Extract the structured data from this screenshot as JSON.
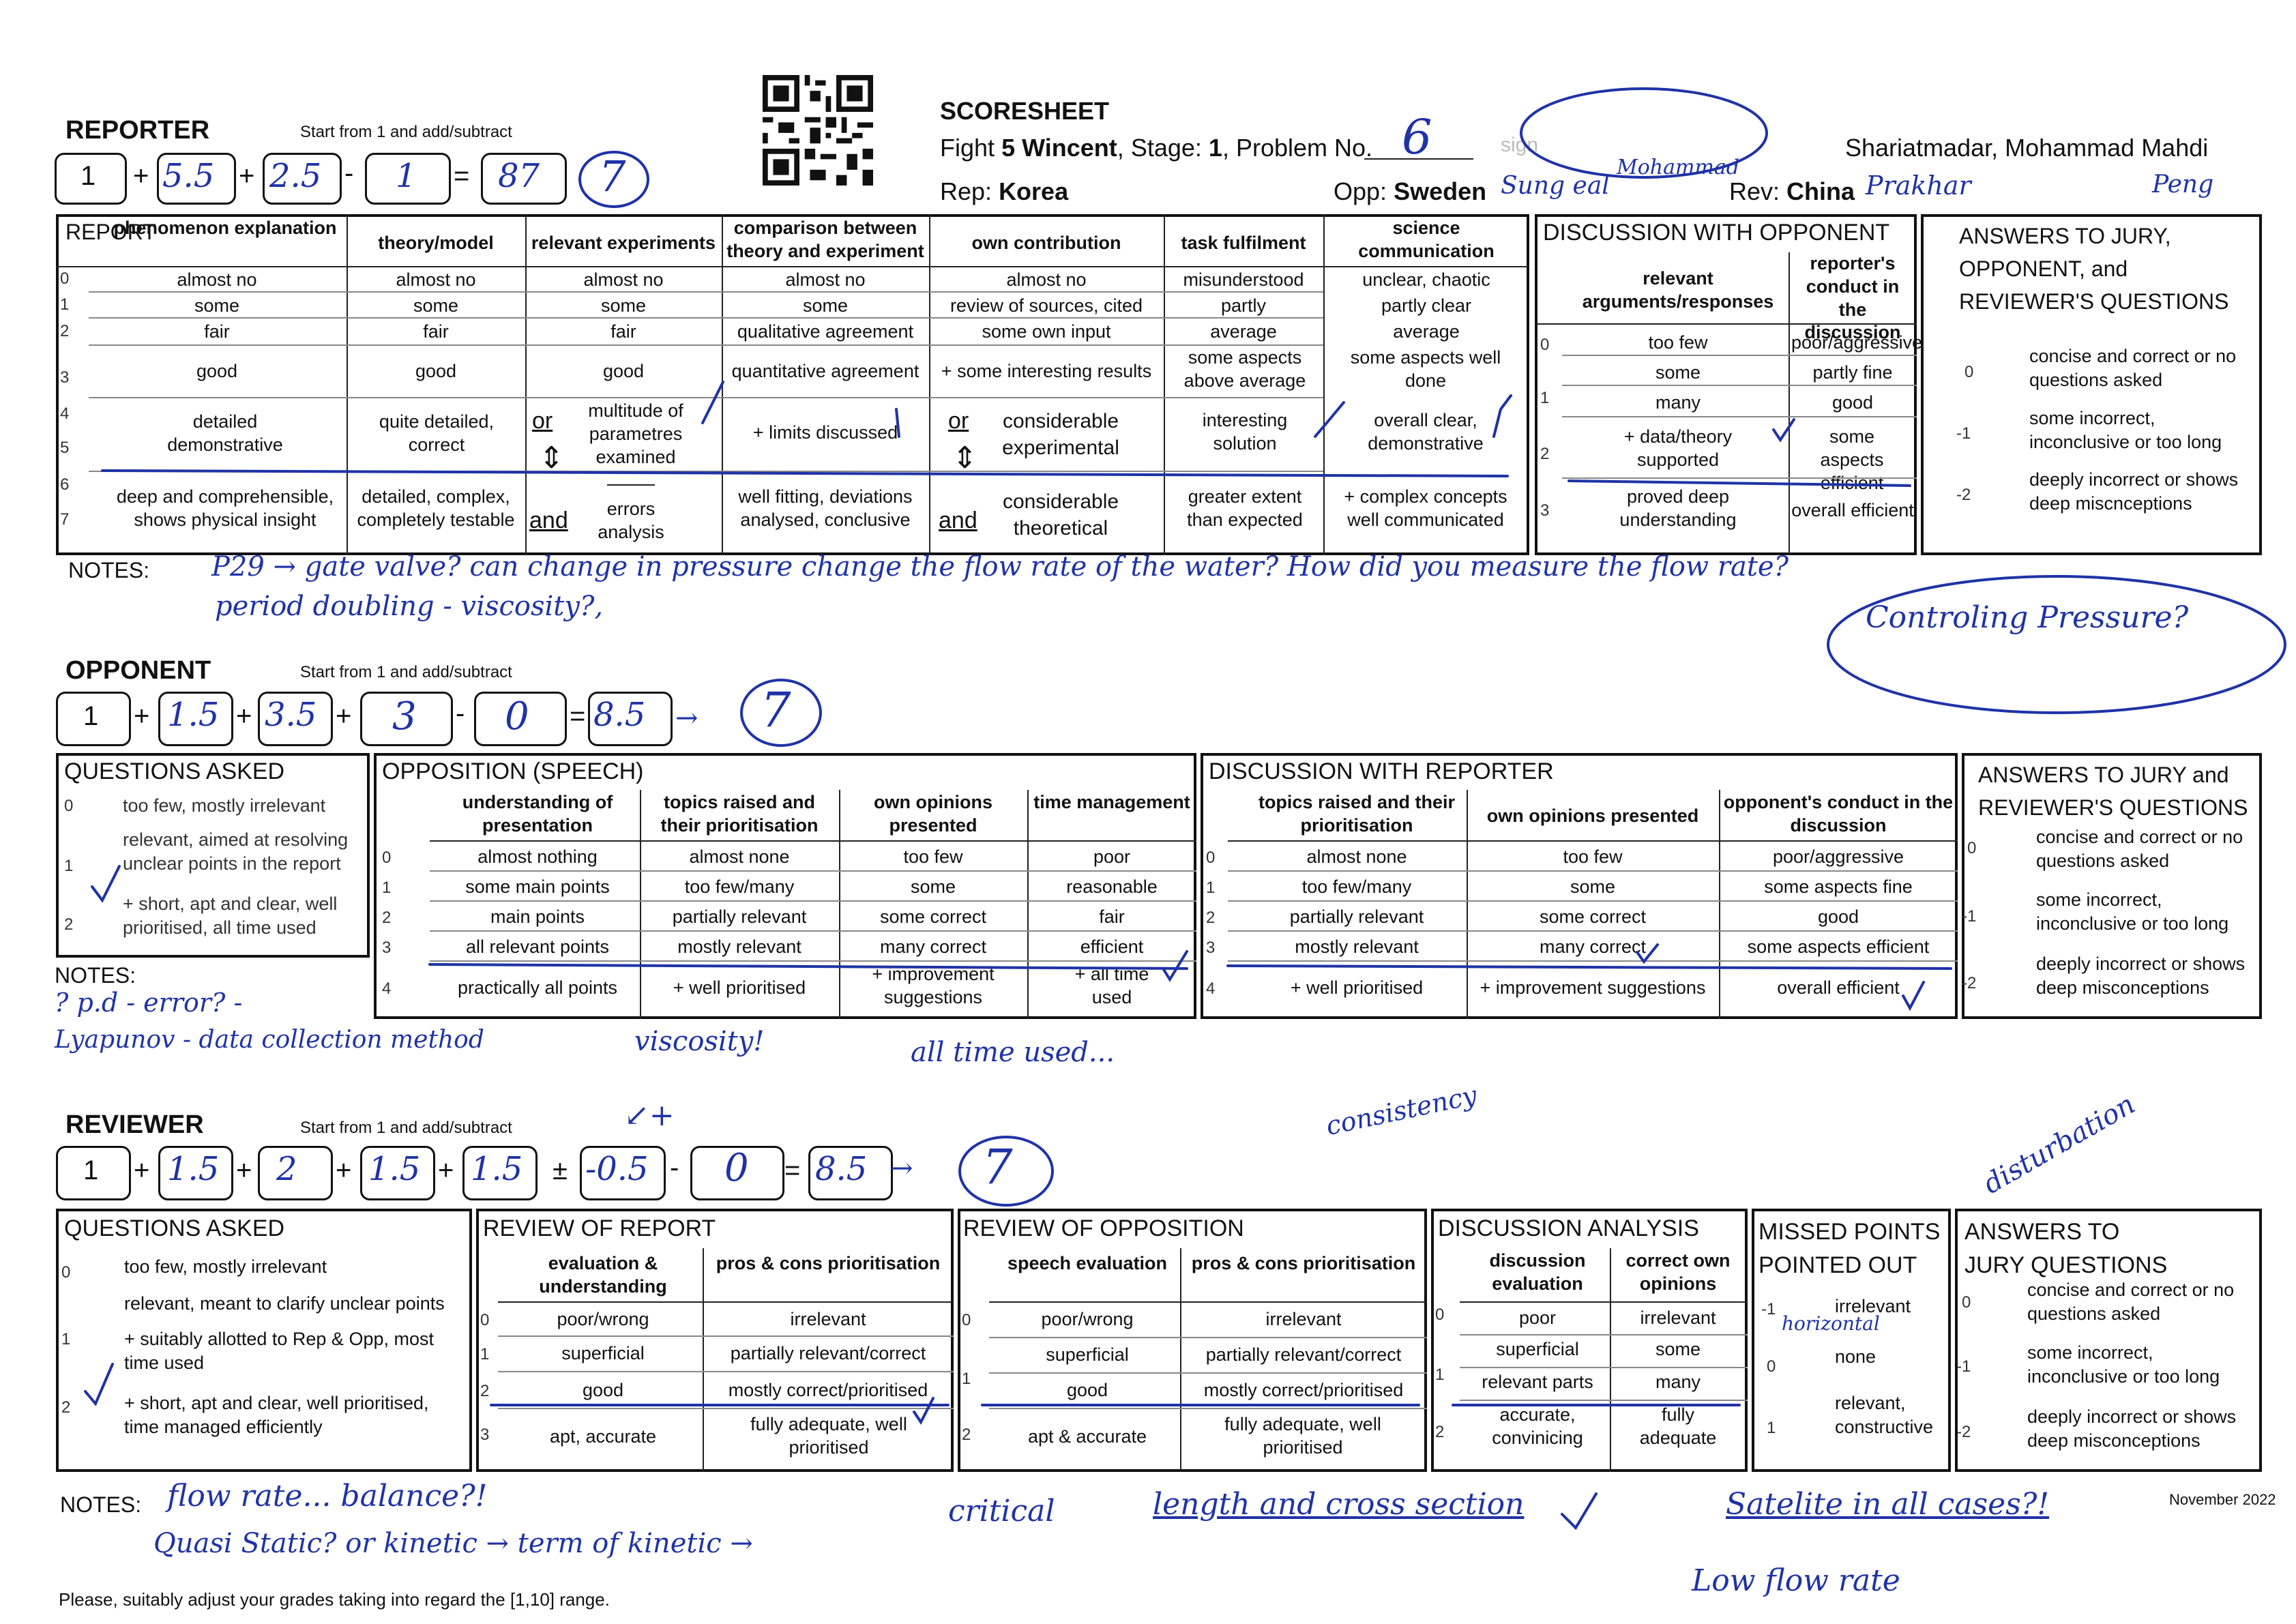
{
  "header": {
    "title": "SCORESHEET",
    "fight_prefix": "Fight",
    "fight_no": "5",
    "fight_room": "Wincent",
    "stage_label": "Stage:",
    "stage_no": "1",
    "problem_label": "Problem No.",
    "problem_no_hand": "6",
    "rep_label": "Rep:",
    "rep_team": "Korea",
    "opp_label": "Opp:",
    "opp_team": "Sweden",
    "rev_label": "Rev:",
    "rev_team": "China",
    "sign_label": "sign",
    "juror_name": "Shariatmadar, Mohammad Mahdi",
    "hand_opp_name": "Sung eal",
    "hand_sign": "Mohammad",
    "hand_rev_name": "Prakhar",
    "hand_extra_name": "Peng"
  },
  "reporter": {
    "title": "REPORTER",
    "hint": "Start from 1 and add/subtract",
    "score_start": "1",
    "score_box2": "5.5",
    "score_box3": "2.5",
    "score_box4": "1",
    "score_total": "87",
    "final_circled": "7",
    "report_corner": "REPORT",
    "columns": [
      "phenomenon explanation",
      "theory/model",
      "relevant experiments",
      "comparison between theory and experiment",
      "own contribution",
      "task fulfilment",
      "science communication"
    ],
    "rows": [
      "0",
      "1",
      "2",
      "3",
      "4",
      "5",
      "6",
      "7"
    ],
    "col1": [
      "almost no",
      "some",
      "fair",
      "good",
      "detailed demonstrative",
      "deep and comprehensible, shows physical insight"
    ],
    "col2": [
      "almost no",
      "some",
      "fair",
      "good",
      "quite detailed, correct",
      "detailed, complex, completely testable"
    ],
    "col3": [
      "almost no",
      "some",
      "fair",
      "good",
      "multitude of parametres examined",
      "errors analysis"
    ],
    "col4": [
      "almost no",
      "some",
      "qualitative agreement",
      "quantitative agreement",
      "+ limits discussed",
      "well fitting, deviations analysed, conclusive"
    ],
    "col5": [
      "almost no",
      "review of sources, cited",
      "some own input",
      "+ some interesting results",
      "considerable experimental",
      "considerable theoretical"
    ],
    "col6": [
      "misunderstood",
      "partly",
      "average",
      "some aspects above average",
      "interesting solution",
      "greater extent than expected"
    ],
    "col7": [
      "unclear, chaotic",
      "partly clear",
      "average",
      "some aspects well done",
      "overall clear, demonstrative",
      "+ complex concepts well communicated"
    ],
    "or_label": "or",
    "and_label": "and",
    "discussion_title": "DISCUSSION WITH OPPONENT",
    "disc_col1": "relevant arguments/responses",
    "disc_col2": "reporter's conduct in the discussion",
    "disc_rows": [
      "0",
      "1",
      "2",
      "3"
    ],
    "disc_c1": [
      "too few",
      "some",
      "many",
      "+ data/theory supported",
      "proved deep understanding"
    ],
    "disc_c2": [
      "poor/aggressive",
      "partly fine",
      "good",
      "some aspects efficient",
      "overall efficient"
    ],
    "answers_title": "ANSWERS TO JURY, OPPONENT, and REVIEWER'S QUESTIONS",
    "answers": [
      "concise and correct or no questions asked",
      "some incorrect, inconclusive or too long",
      "deeply incorrect or shows deep miscnceptions"
    ],
    "answer_scores": [
      "0",
      "-1",
      "-2"
    ],
    "notes_label": "NOTES:",
    "notes_hand_1": "P29 → gate valve?  can change in pressure change the flow rate of the water?  How did you measure the flow rate?",
    "notes_hand_2": "period doubling -   viscosity?,",
    "notes_hand_3": "Controling Pressure?"
  },
  "opponent": {
    "title": "OPPONENT",
    "hint": "Start from 1 and add/subtract",
    "score_start": "1",
    "score_box2": "1.5",
    "score_box3": "3.5",
    "score_box4": "3",
    "score_box5": "0",
    "score_total": "8.5",
    "final_circled": "7",
    "questions_title": "QUESTIONS ASKED",
    "questions": [
      "too few, mostly irrelevant",
      "relevant, aimed at resolving unclear points in the report",
      "+ short, apt and clear, well prioritised, all time used"
    ],
    "question_scores": [
      "0",
      "1",
      "2"
    ],
    "speech_title": "OPPOSITION (SPEECH)",
    "speech_cols": [
      "understanding of presentation",
      "topics raised and their prioritisation",
      "own opinions presented",
      "time management"
    ],
    "speech_rows": [
      "0",
      "1",
      "2",
      "3",
      "4"
    ],
    "speech_c1": [
      "almost nothing",
      "some main points",
      "main points",
      "all relevant points",
      "practically all points"
    ],
    "speech_c2": [
      "almost none",
      "too few/many",
      "partially relevant",
      "mostly relevant",
      "+ well prioritised"
    ],
    "speech_c3": [
      "too few",
      "some",
      "some correct",
      "many correct",
      "+ improvement suggestions"
    ],
    "speech_c4": [
      "poor",
      "reasonable",
      "fair",
      "efficient",
      "+ all time used"
    ],
    "disc_title": "DISCUSSION WITH REPORTER",
    "disc_cols": [
      "topics raised and their prioritisation",
      "own opinions presented",
      "opponent's conduct in the discussion"
    ],
    "disc_c1": [
      "almost none",
      "too few/many",
      "partially relevant",
      "mostly relevant",
      "+ well prioritised"
    ],
    "disc_c2": [
      "too few",
      "some",
      "some correct",
      "many correct",
      "+ improvement suggestions"
    ],
    "disc_c3": [
      "poor/aggressive",
      "some aspects fine",
      "good",
      "some aspects efficient",
      "overall efficient"
    ],
    "answers_title": "ANSWERS TO JURY and REVIEWER'S QUESTIONS",
    "answers": [
      "concise and correct or no questions asked",
      "some incorrect, inconclusive or too long",
      "deeply incorrect or shows deep misconceptions"
    ],
    "answer_scores": [
      "0",
      "-1",
      "-2"
    ],
    "notes_label": "NOTES:",
    "notes_hand_1": "? p.d - error? -",
    "notes_hand_2": "Lyapunov - data collection method",
    "notes_hand_3": "viscosity!",
    "notes_hand_4": "all time used..."
  },
  "reviewer": {
    "title": "REVIEWER",
    "hint": "Start from 1 and add/subtract",
    "score_start": "1",
    "score_box2": "1.5",
    "score_box3": "2",
    "score_box4": "1.5",
    "score_box5": "1.5",
    "score_box6": "-0.5",
    "score_box7": "0",
    "score_total": "8.5",
    "final_circled": "7",
    "pm": "±",
    "questions_title": "QUESTIONS ASKED",
    "questions": [
      "too few, mostly irrelevant",
      "relevant, meant to clarify unclear points",
      "+ suitably allotted to Rep & Opp, most time used",
      "+ short, apt and clear, well prioritised, time managed efficiently"
    ],
    "question_scores": [
      "0",
      "1",
      "2"
    ],
    "ror_title": "REVIEW OF REPORT",
    "ror_cols": [
      "evaluation & understanding",
      "pros & cons prioritisation"
    ],
    "ror_c1": [
      "poor/wrong",
      "superficial",
      "good",
      "apt, accurate"
    ],
    "ror_c2": [
      "irrelevant",
      "partially relevant/correct",
      "mostly correct/prioritised",
      "fully adequate, well prioritised"
    ],
    "ror_rows": [
      "0",
      "1",
      "2",
      "3"
    ],
    "roo_title": "REVIEW OF OPPOSITION",
    "roo_cols": [
      "speech evaluation",
      "pros & cons prioritisation"
    ],
    "roo_c1": [
      "poor/wrong",
      "superficial",
      "good",
      "apt & accurate"
    ],
    "roo_c2": [
      "irrelevant",
      "partially relevant/correct",
      "mostly correct/prioritised",
      "fully adequate, well prioritised"
    ],
    "roo_rows": [
      "0",
      "1",
      "2"
    ],
    "da_title": "DISCUSSION ANALYSIS",
    "da_cols": [
      "discussion evaluation",
      "correct own opinions"
    ],
    "da_c1": [
      "poor",
      "superficial",
      "relevant parts",
      "accurate, convinicing"
    ],
    "da_c2": [
      "irrelevant",
      "some",
      "many",
      "fully adequate"
    ],
    "da_rows": [
      "0",
      "1",
      "2"
    ],
    "mp_title": "MISSED POINTS POINTED OUT",
    "mp_items": [
      "irrelevant",
      "none",
      "relevant, constructive"
    ],
    "mp_scores": [
      "-1",
      "0",
      "1"
    ],
    "answers_title": "ANSWERS TO JURY QUESTIONS",
    "answers": [
      "concise and correct or no questions asked",
      "some incorrect, inconclusive or too long",
      "deeply incorrect or shows deep misconceptions"
    ],
    "answer_scores": [
      "0",
      "-1",
      "-2"
    ],
    "notes_label": "NOTES:",
    "notes_hand_1": "flow rate... balance?!",
    "notes_hand_2": "Quasi Static? or kinetic → term of kinetic →",
    "notes_hand_3": "critical",
    "notes_hand_4": "length and cross section",
    "notes_hand_5": "Satelite in all cases?!",
    "notes_hand_6": "Low flow rate",
    "notes_hand_7": "consistency",
    "notes_hand_8": "disturbation",
    "notes_hand_9": "horizontal",
    "footer_date": "November 2022",
    "footer_text": "Please, suitably adjust your grades taking into regard the [1,10] range."
  }
}
